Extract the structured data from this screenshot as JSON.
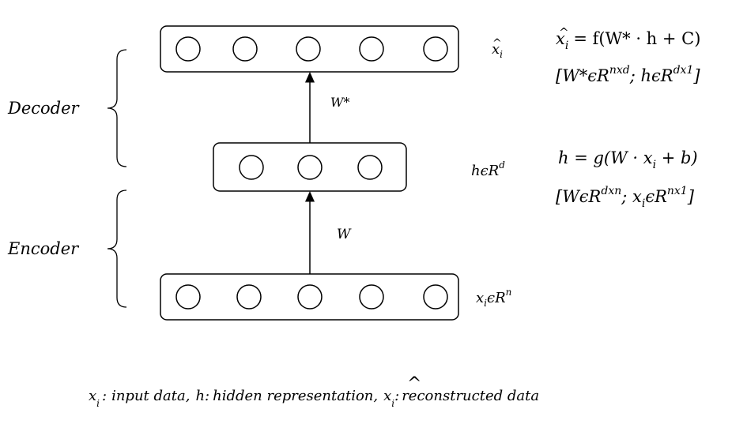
{
  "labels": {
    "decoder": "Decoder",
    "encoder": "Encoder",
    "w_star": "W*",
    "w": "W",
    "output_label": {
      "base": "x",
      "sub": "i",
      "hat": "^"
    },
    "hidden_label": {
      "base": "hϵR",
      "sup": "d"
    },
    "input_label": {
      "base": "x",
      "sub": "i",
      "mid": "ϵR",
      "sup": "n"
    }
  },
  "equations": {
    "decoder_eq": {
      "lhs": "x",
      "sub": "i",
      "rhs": "= f(W* · h + C)"
    },
    "decoder_dims": {
      "a": "[W*ϵR",
      "a_sup": "nxd",
      "b": "; hϵR",
      "b_sup": "dx1",
      "c": "]"
    },
    "encoder_eq": {
      "a": "h = g(W · x",
      "sub": "i",
      "b": " + b)"
    },
    "encoder_dims": {
      "a": "[WϵR",
      "a_sup": "dxn",
      "b": "; x",
      "b_sub": "i",
      "c": "ϵR",
      "c_sup": "nx1",
      "d": "]"
    }
  },
  "caption": {
    "x": "x",
    "x_sub": "i",
    "colon1": ":",
    "t1": "input data,",
    "h": "h",
    "colon2": ":",
    "t2": "hidden representation,",
    "xhat": "x",
    "xhat_sub": "i",
    "hat": "^",
    "colon3": ":",
    "t3": "reconstructed data"
  },
  "layers": {
    "output_nodes": 5,
    "hidden_nodes": 3,
    "input_nodes": 5
  }
}
